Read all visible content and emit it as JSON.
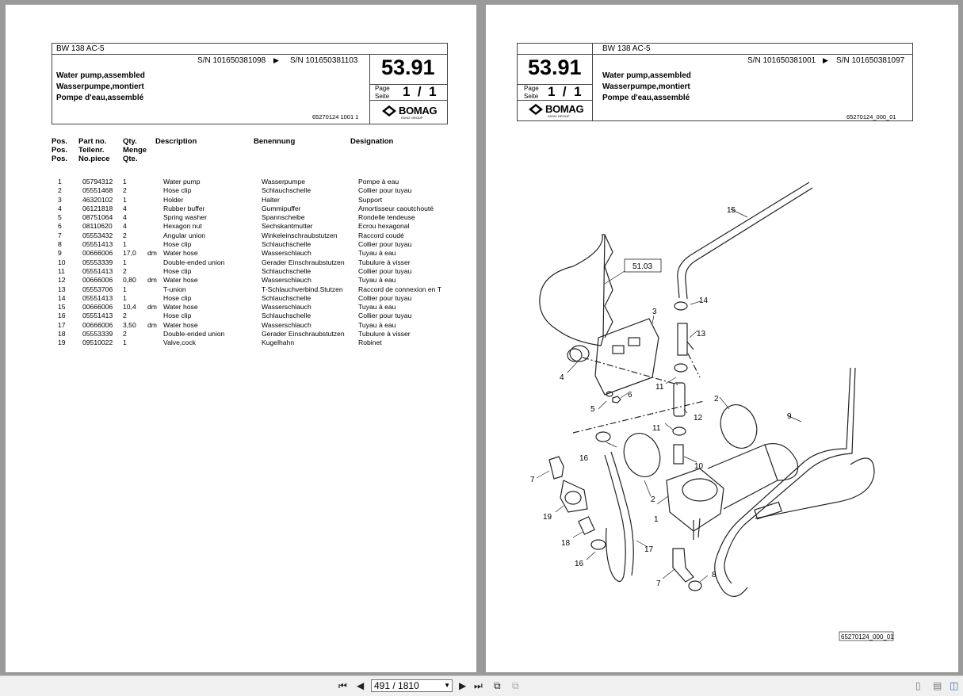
{
  "left_page": {
    "model": "BW 138 AC-5",
    "sn_from": "S/N 101650381098",
    "sn_to": "S/N 101650381103",
    "title_en": "Water pump,assembled",
    "title_de": "Wasserpumpe,montiert",
    "title_fr": "Pompe d'eau,assemblé",
    "group_number": "53.91",
    "page_label_1": "Page",
    "page_label_2": "Seite",
    "page_value": "1  /  1",
    "doc_code": "65270124 1001 1",
    "brand": "BOMAG",
    "brand_sub": "FAYAT GROUP",
    "headers": {
      "pos": [
        "Pos.",
        "Pos.",
        "Pos."
      ],
      "part": [
        "Part no.",
        "Teilenr.",
        "No.piece"
      ],
      "qty": [
        "Qty.",
        "Menge",
        "Qte."
      ],
      "desc": "Description",
      "ben": "Benennung",
      "des": "Designation"
    },
    "rows": [
      {
        "pos": "1",
        "part": "05794312",
        "qty": "1",
        "unit": "",
        "desc": "Water pump",
        "ben": "Wasserpumpe",
        "des": "Pompe à eau"
      },
      {
        "pos": "2",
        "part": "05551468",
        "qty": "2",
        "unit": "",
        "desc": "Hose clip",
        "ben": "Schlauchschelle",
        "des": "Collier pour tuyau"
      },
      {
        "pos": "3",
        "part": "46320102",
        "qty": "1",
        "unit": "",
        "desc": "Holder",
        "ben": "Halter",
        "des": "Support"
      },
      {
        "pos": "4",
        "part": "06121818",
        "qty": "4",
        "unit": "",
        "desc": "Rubber buffer",
        "ben": "Gummipuffer",
        "des": "Amortisseur caoutchouté"
      },
      {
        "pos": "5",
        "part": "08751064",
        "qty": "4",
        "unit": "",
        "desc": "Spring washer",
        "ben": "Spannscheibe",
        "des": "Rondelle tendeuse"
      },
      {
        "pos": "6",
        "part": "08110620",
        "qty": "4",
        "unit": "",
        "desc": "Hexagon nut",
        "ben": "Sechskantmutter",
        "des": "Ecrou hexagonal"
      },
      {
        "pos": "7",
        "part": "05553432",
        "qty": "2",
        "unit": "",
        "desc": "Angular union",
        "ben": "Winkeleinschraubstutzen",
        "des": "Raccord coudé"
      },
      {
        "pos": "8",
        "part": "05551413",
        "qty": "1",
        "unit": "",
        "desc": "Hose clip",
        "ben": "Schlauchschelle",
        "des": "Collier pour tuyau"
      },
      {
        "pos": "9",
        "part": "00666006",
        "qty": "17,0",
        "unit": "dm",
        "desc": "Water hose",
        "ben": "Wasserschlauch",
        "des": "Tuyau à eau"
      },
      {
        "pos": "10",
        "part": "05553339",
        "qty": "1",
        "unit": "",
        "desc": "Double-ended union",
        "ben": "Gerader Einschraubstutzen",
        "des": "Tubulure à visser"
      },
      {
        "pos": "11",
        "part": "05551413",
        "qty": "2",
        "unit": "",
        "desc": "Hose clip",
        "ben": "Schlauchschelle",
        "des": "Collier pour tuyau"
      },
      {
        "pos": "12",
        "part": "00666006",
        "qty": "0,80",
        "unit": "dm",
        "desc": "Water hose",
        "ben": "Wasserschlauch",
        "des": "Tuyau à eau"
      },
      {
        "pos": "13",
        "part": "05553706",
        "qty": "1",
        "unit": "",
        "desc": "T-union",
        "ben": "T-Schlauchverbind.Stutzen",
        "des": "Raccord de connexion en T"
      },
      {
        "pos": "14",
        "part": "05551413",
        "qty": "1",
        "unit": "",
        "desc": "Hose clip",
        "ben": "Schlauchschelle",
        "des": "Collier pour tuyau"
      },
      {
        "pos": "15",
        "part": "00666006",
        "qty": "10,4",
        "unit": "dm",
        "desc": "Water hose",
        "ben": "Wasserschlauch",
        "des": "Tuyau à eau"
      },
      {
        "pos": "16",
        "part": "05551413",
        "qty": "2",
        "unit": "",
        "desc": "Hose clip",
        "ben": "Schlauchschelle",
        "des": "Collier pour tuyau"
      },
      {
        "pos": "17",
        "part": "00666006",
        "qty": "3,50",
        "unit": "dm",
        "desc": "Water hose",
        "ben": "Wasserschlauch",
        "des": "Tuyau à eau"
      },
      {
        "pos": "18",
        "part": "05553339",
        "qty": "2",
        "unit": "",
        "desc": "Double-ended union",
        "ben": "Gerader Einschraubstutzen",
        "des": "Tubulure à visser"
      },
      {
        "pos": "19",
        "part": "09510022",
        "qty": "1",
        "unit": "",
        "desc": "Valve,cock",
        "ben": "Kugelhahn",
        "des": "Robinet"
      }
    ]
  },
  "right_page": {
    "model": "BW 138 AC-5",
    "sn_from": "S/N 101650381001",
    "sn_to": "S/N 101650381097",
    "title_en": "Water pump,assembled",
    "title_de": "Wasserpumpe,montiert",
    "title_fr": "Pompe d'eau,assemblé",
    "group_number": "53.91",
    "page_label_1": "Page",
    "page_label_2": "Seite",
    "page_value": "1  /  1",
    "doc_code": "65270124_000_01",
    "brand": "BOMAG",
    "brand_sub": "FAYAT GROUP",
    "drawing_ref": "51.03",
    "drawing_code": "65270124_000_01",
    "callouts": [
      "1",
      "2",
      "2",
      "3",
      "4",
      "5",
      "6",
      "7",
      "7",
      "8",
      "9",
      "10",
      "11",
      "11",
      "12",
      "13",
      "14",
      "15",
      "16",
      "16",
      "17",
      "18",
      "19"
    ]
  },
  "toolbar": {
    "page_field": "491 / 1810",
    "first_icon": "first-page-icon",
    "prev_icon": "prev-page-icon",
    "next_icon": "next-page-icon",
    "last_icon": "last-page-icon"
  }
}
